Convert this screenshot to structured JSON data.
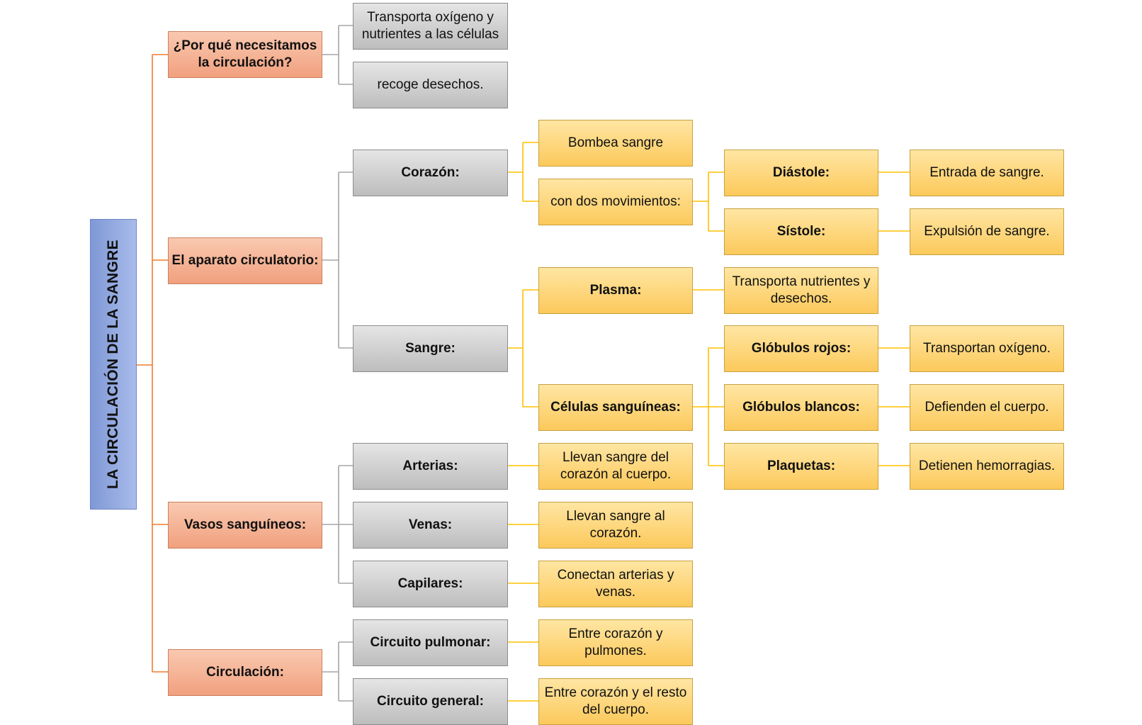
{
  "diagram": {
    "root": {
      "label": "LA CIRCULACIÓN DE LA SANGRE"
    },
    "colors": {
      "root_fill": "#8fa6e0",
      "level1_fill": "#f4b090",
      "level2_fill": "#cfcfcf",
      "level3_fill": "#fdd577",
      "orange_line": "#ed7d31",
      "gray_line": "#a5a5a5",
      "yellow_line": "#ffc000"
    },
    "nodes": {
      "why": {
        "label": "¿Por qué necesitamos la circulación?"
      },
      "why_a": {
        "label": "Transporta oxígeno y nutrientes a las células"
      },
      "why_b": {
        "label": "recoge desechos."
      },
      "aparato": {
        "label": "El aparato circulatorio:"
      },
      "corazon": {
        "label": "Corazón:"
      },
      "bombea": {
        "label": "Bombea sangre"
      },
      "movimientos": {
        "label": "con dos movimientos:"
      },
      "diastole": {
        "label": "Diástole:"
      },
      "diastole_d": {
        "label": "Entrada de sangre."
      },
      "sistole": {
        "label": "Sístole:"
      },
      "sistole_d": {
        "label": "Expulsión de sangre."
      },
      "sangre": {
        "label": "Sangre:"
      },
      "plasma": {
        "label": "Plasma:"
      },
      "plasma_d": {
        "label": "Transporta nutrientes y desechos."
      },
      "celulas": {
        "label": "Células sanguíneas:"
      },
      "rojos": {
        "label": "Glóbulos rojos:"
      },
      "rojos_d": {
        "label": "Transportan oxígeno."
      },
      "blancos": {
        "label": "Glóbulos blancos:"
      },
      "blancos_d": {
        "label": "Defienden el cuerpo."
      },
      "plaquetas": {
        "label": "Plaquetas:"
      },
      "plaquetas_d": {
        "label": "Detienen hemorragias."
      },
      "vasos": {
        "label": "Vasos sanguíneos:"
      },
      "arterias": {
        "label": "Arterias:"
      },
      "arterias_d": {
        "label": "Llevan sangre del corazón al cuerpo."
      },
      "venas": {
        "label": "Venas:"
      },
      "venas_d": {
        "label": "Llevan sangre al corazón."
      },
      "capilares": {
        "label": "Capilares:"
      },
      "capilares_d": {
        "label": "Conectan arterias y venas."
      },
      "circulacion": {
        "label": "Circulación:"
      },
      "pulmonar": {
        "label": "Circuito pulmonar:"
      },
      "pulmonar_d": {
        "label": "Entre corazón y pulmones."
      },
      "general": {
        "label": "Circuito general:"
      },
      "general_d": {
        "label": "Entre corazón y el resto del cuerpo."
      }
    }
  }
}
